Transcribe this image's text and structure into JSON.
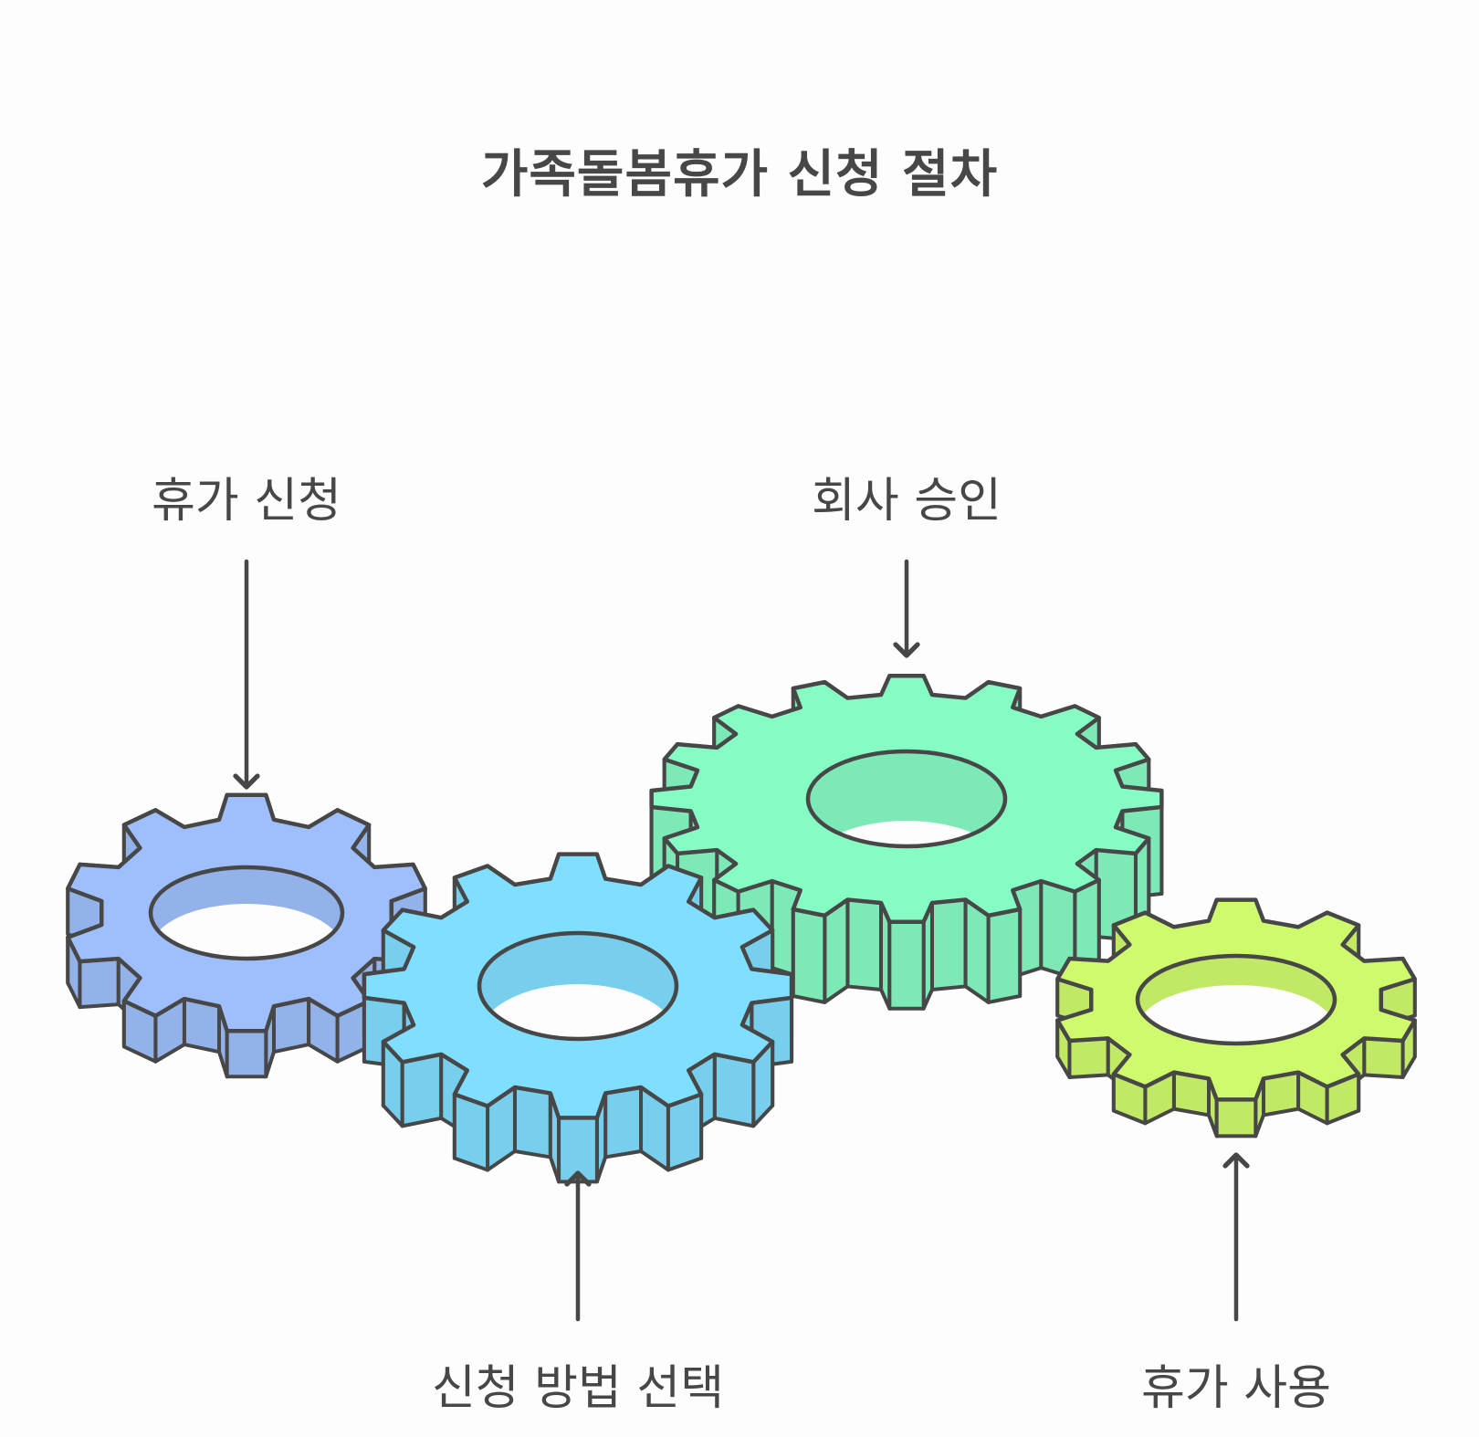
{
  "title": "가족돌봄휴가 신청 절차",
  "steps": [
    {
      "label": "휴가 신청",
      "color": "#9fbffc"
    },
    {
      "label": "신청 방법 선택",
      "color": "#80dfff"
    },
    {
      "label": "회사 승인",
      "color": "#86fbc4"
    },
    {
      "label": "휴가 사용",
      "color": "#cffa6e"
    }
  ],
  "colors": {
    "outline": "#474747",
    "background": "#fdfdfd"
  }
}
